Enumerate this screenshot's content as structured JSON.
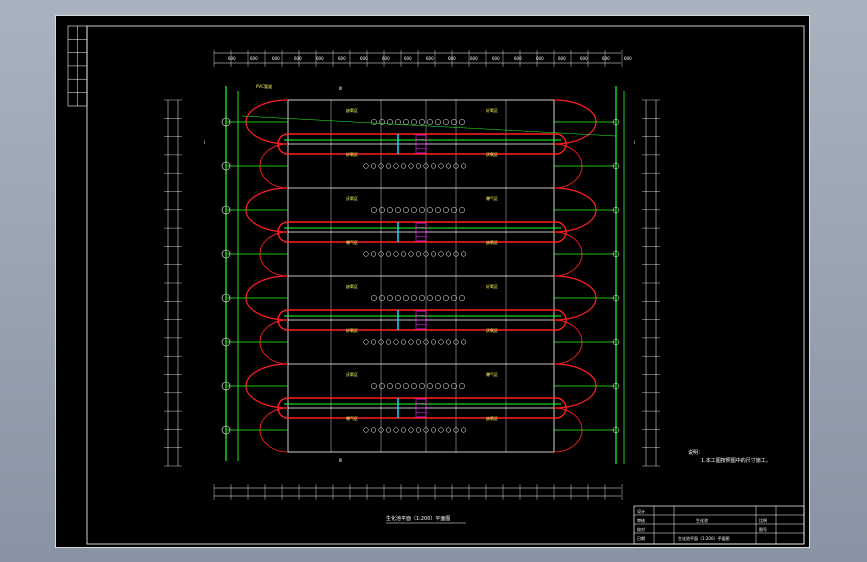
{
  "drawing": {
    "title": "生化池平面（1:200）平面图",
    "section_marks": [
      "Ⅲ",
      "Ⅲ",
      "Ⅰ",
      "Ⅰ"
    ],
    "notes_heading": "说明：",
    "notes_line": "1.本工图按照图中的尺寸施工。",
    "basin_label": "PVC管道",
    "cell_labels": [
      "缺氧区",
      "好氧区",
      "厌氧区",
      "曝气区"
    ]
  },
  "title_block": {
    "rows": [
      "设计",
      "审核",
      "校对",
      "日期"
    ],
    "project_label": "生化池",
    "drawing_name": "生化池平面（1:200）平面图",
    "scale_label": "比例",
    "sheet_label": "图号"
  },
  "colors": {
    "background": "#000000",
    "red": "#ff2020",
    "green": "#22ff22",
    "white": "#ffffff",
    "yellow": "#ffff66",
    "cyan": "#22e0ff",
    "magenta": "#ff22ff"
  }
}
